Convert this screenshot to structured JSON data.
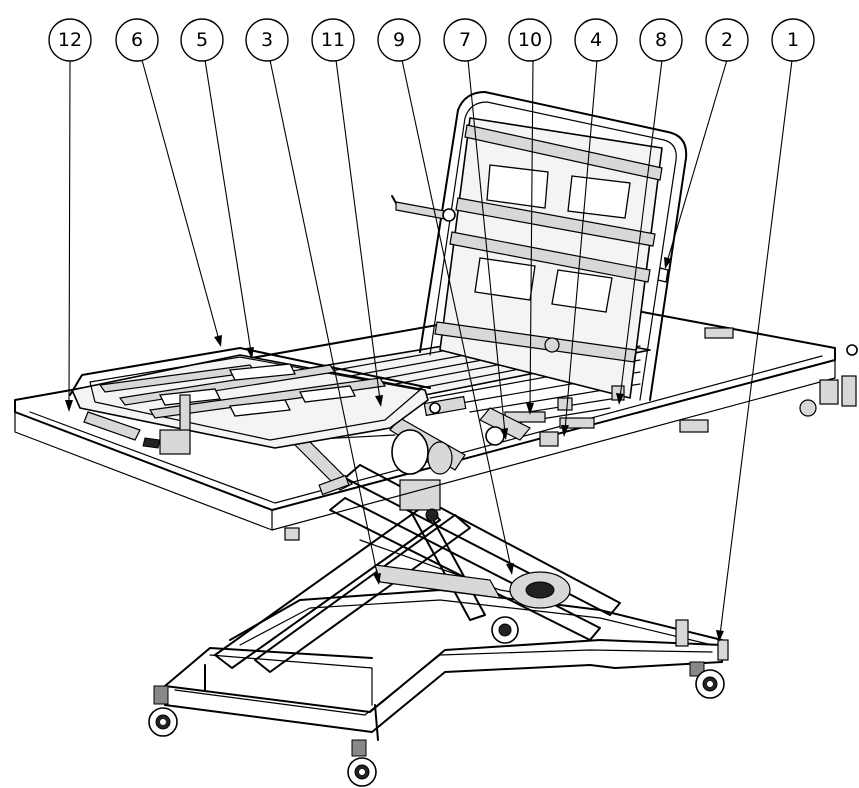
{
  "diagram": {
    "callouts": [
      {
        "label": "12"
      },
      {
        "label": "6"
      },
      {
        "label": "5"
      },
      {
        "label": "3"
      },
      {
        "label": "11"
      },
      {
        "label": "9"
      },
      {
        "label": "7"
      },
      {
        "label": "10"
      },
      {
        "label": "4"
      },
      {
        "label": "8"
      },
      {
        "label": "2"
      },
      {
        "label": "1"
      }
    ]
  }
}
